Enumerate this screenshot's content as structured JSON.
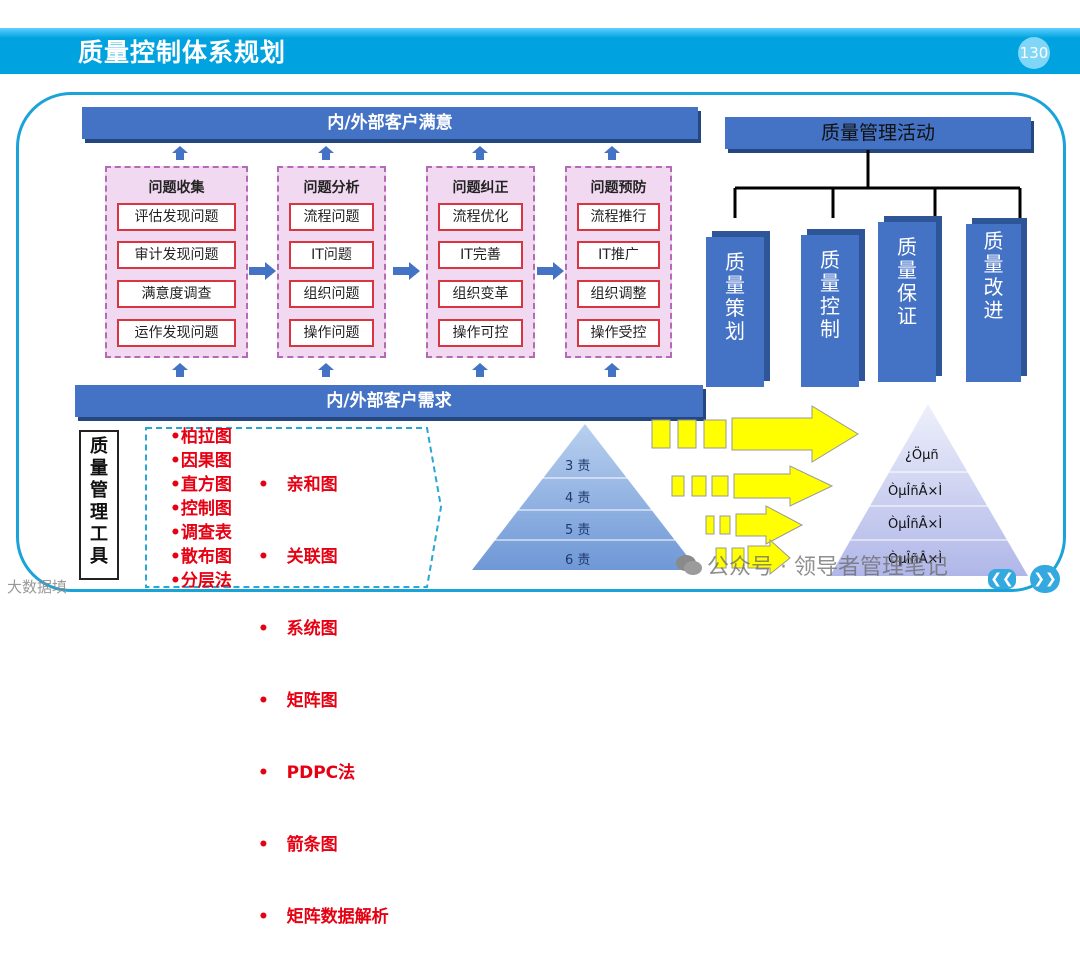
{
  "header": {
    "title": "质量控制体系规划",
    "page_number": "130"
  },
  "satisfaction_bar": "内/外部客户满意",
  "demand_bar": "内/外部客户需求",
  "columns": [
    {
      "title": "问题收集",
      "items": [
        "评估发现问题",
        "审计发现问题",
        "满意度调查",
        "运作发现问题"
      ]
    },
    {
      "title": "问题分析",
      "items": [
        "流程问题",
        "IT问题",
        "组织问题",
        "操作问题"
      ]
    },
    {
      "title": "问题纠正",
      "items": [
        "流程优化",
        "IT完善",
        "组织变革",
        "操作可控"
      ]
    },
    {
      "title": "问题预防",
      "items": [
        "流程推行",
        "IT推广",
        "组织调整",
        "操作受控"
      ]
    }
  ],
  "activities": {
    "title": "质量管理活动",
    "pillars": [
      "质量策划",
      "质量控制",
      "质量保证",
      "质量改进"
    ]
  },
  "tools": {
    "label": "质量管理工具",
    "left": [
      "•柏拉图",
      "•因果图",
      "•直方图",
      "•控制图",
      "•调查表",
      "•散布图",
      "•分层法"
    ],
    "right": [
      "•   亲和图",
      "•   关联图",
      "•   系统图",
      "•   矩阵图",
      "•   PDPC法",
      "•   箭条图",
      "•   矩阵数据解析"
    ]
  },
  "left_pyramid": [
    "3  责",
    "4  责",
    "5  责",
    "6  责"
  ],
  "right_pyramid": [
    "¿Öµñ",
    "ÒµÎñÂ×Ì",
    "ÒµÎñÂ×Ì",
    "ÒµÎñÂ×Ì"
  ],
  "watermark": {
    "left": "大数据填",
    "right": "公众号 · 领导者管理笔记"
  },
  "colors": {
    "header": "#00a3e0",
    "bar": "#4472c4",
    "frame": "#1aa3d9",
    "tool_text": "#e60012",
    "column_fill": "#f2d9f2",
    "arrow": "#ffff00"
  }
}
